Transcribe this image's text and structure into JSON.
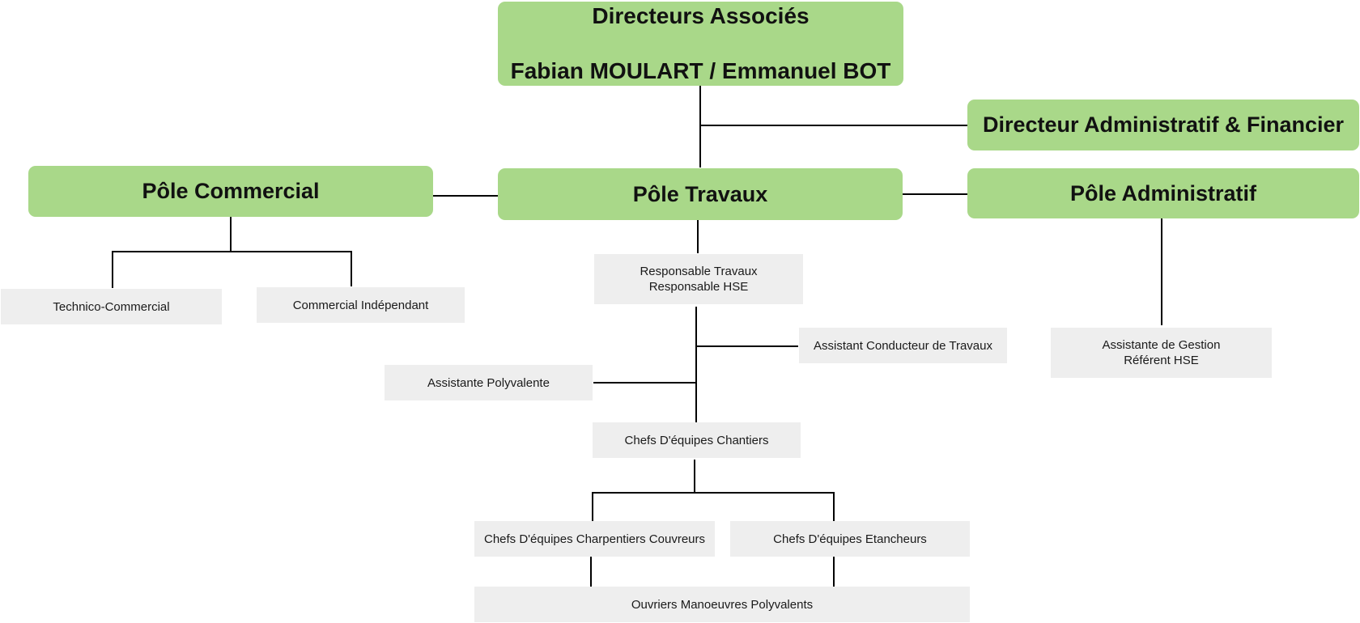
{
  "colors": {
    "primary_box": "#a9d889",
    "secondary_box": "#eeeeee",
    "connector": "#000000"
  },
  "org_chart": {
    "directeurs_associes": {
      "title": "Directeurs Associés",
      "names": "Fabian MOULART / Emmanuel BOT"
    },
    "directeur_administratif_financier": "Directeur Administratif & Financier",
    "poles": {
      "commercial": {
        "label": "Pôle Commercial",
        "children": [
          "Technico-Commercial",
          "Commercial Indépendant"
        ]
      },
      "travaux": {
        "label": "Pôle Travaux",
        "responsables": [
          "Responsable Travaux",
          "Responsable HSE"
        ],
        "assistant_conducteur": "Assistant Conducteur de Travaux",
        "assistante_polyvalente": "Assistante Polyvalente",
        "chefs_equipes_chantiers": "Chefs D'équipes Chantiers",
        "chefs_charpentiers": "Chefs D'équipes Charpentiers Couvreurs",
        "chefs_etancheurs": "Chefs D'équipes Etancheurs",
        "ouvriers": "Ouvriers Manoeuvres Polyvalents"
      },
      "administratif": {
        "label": "Pôle Administratif",
        "assistante": [
          "Assistante de Gestion",
          "Référent HSE"
        ]
      }
    }
  }
}
